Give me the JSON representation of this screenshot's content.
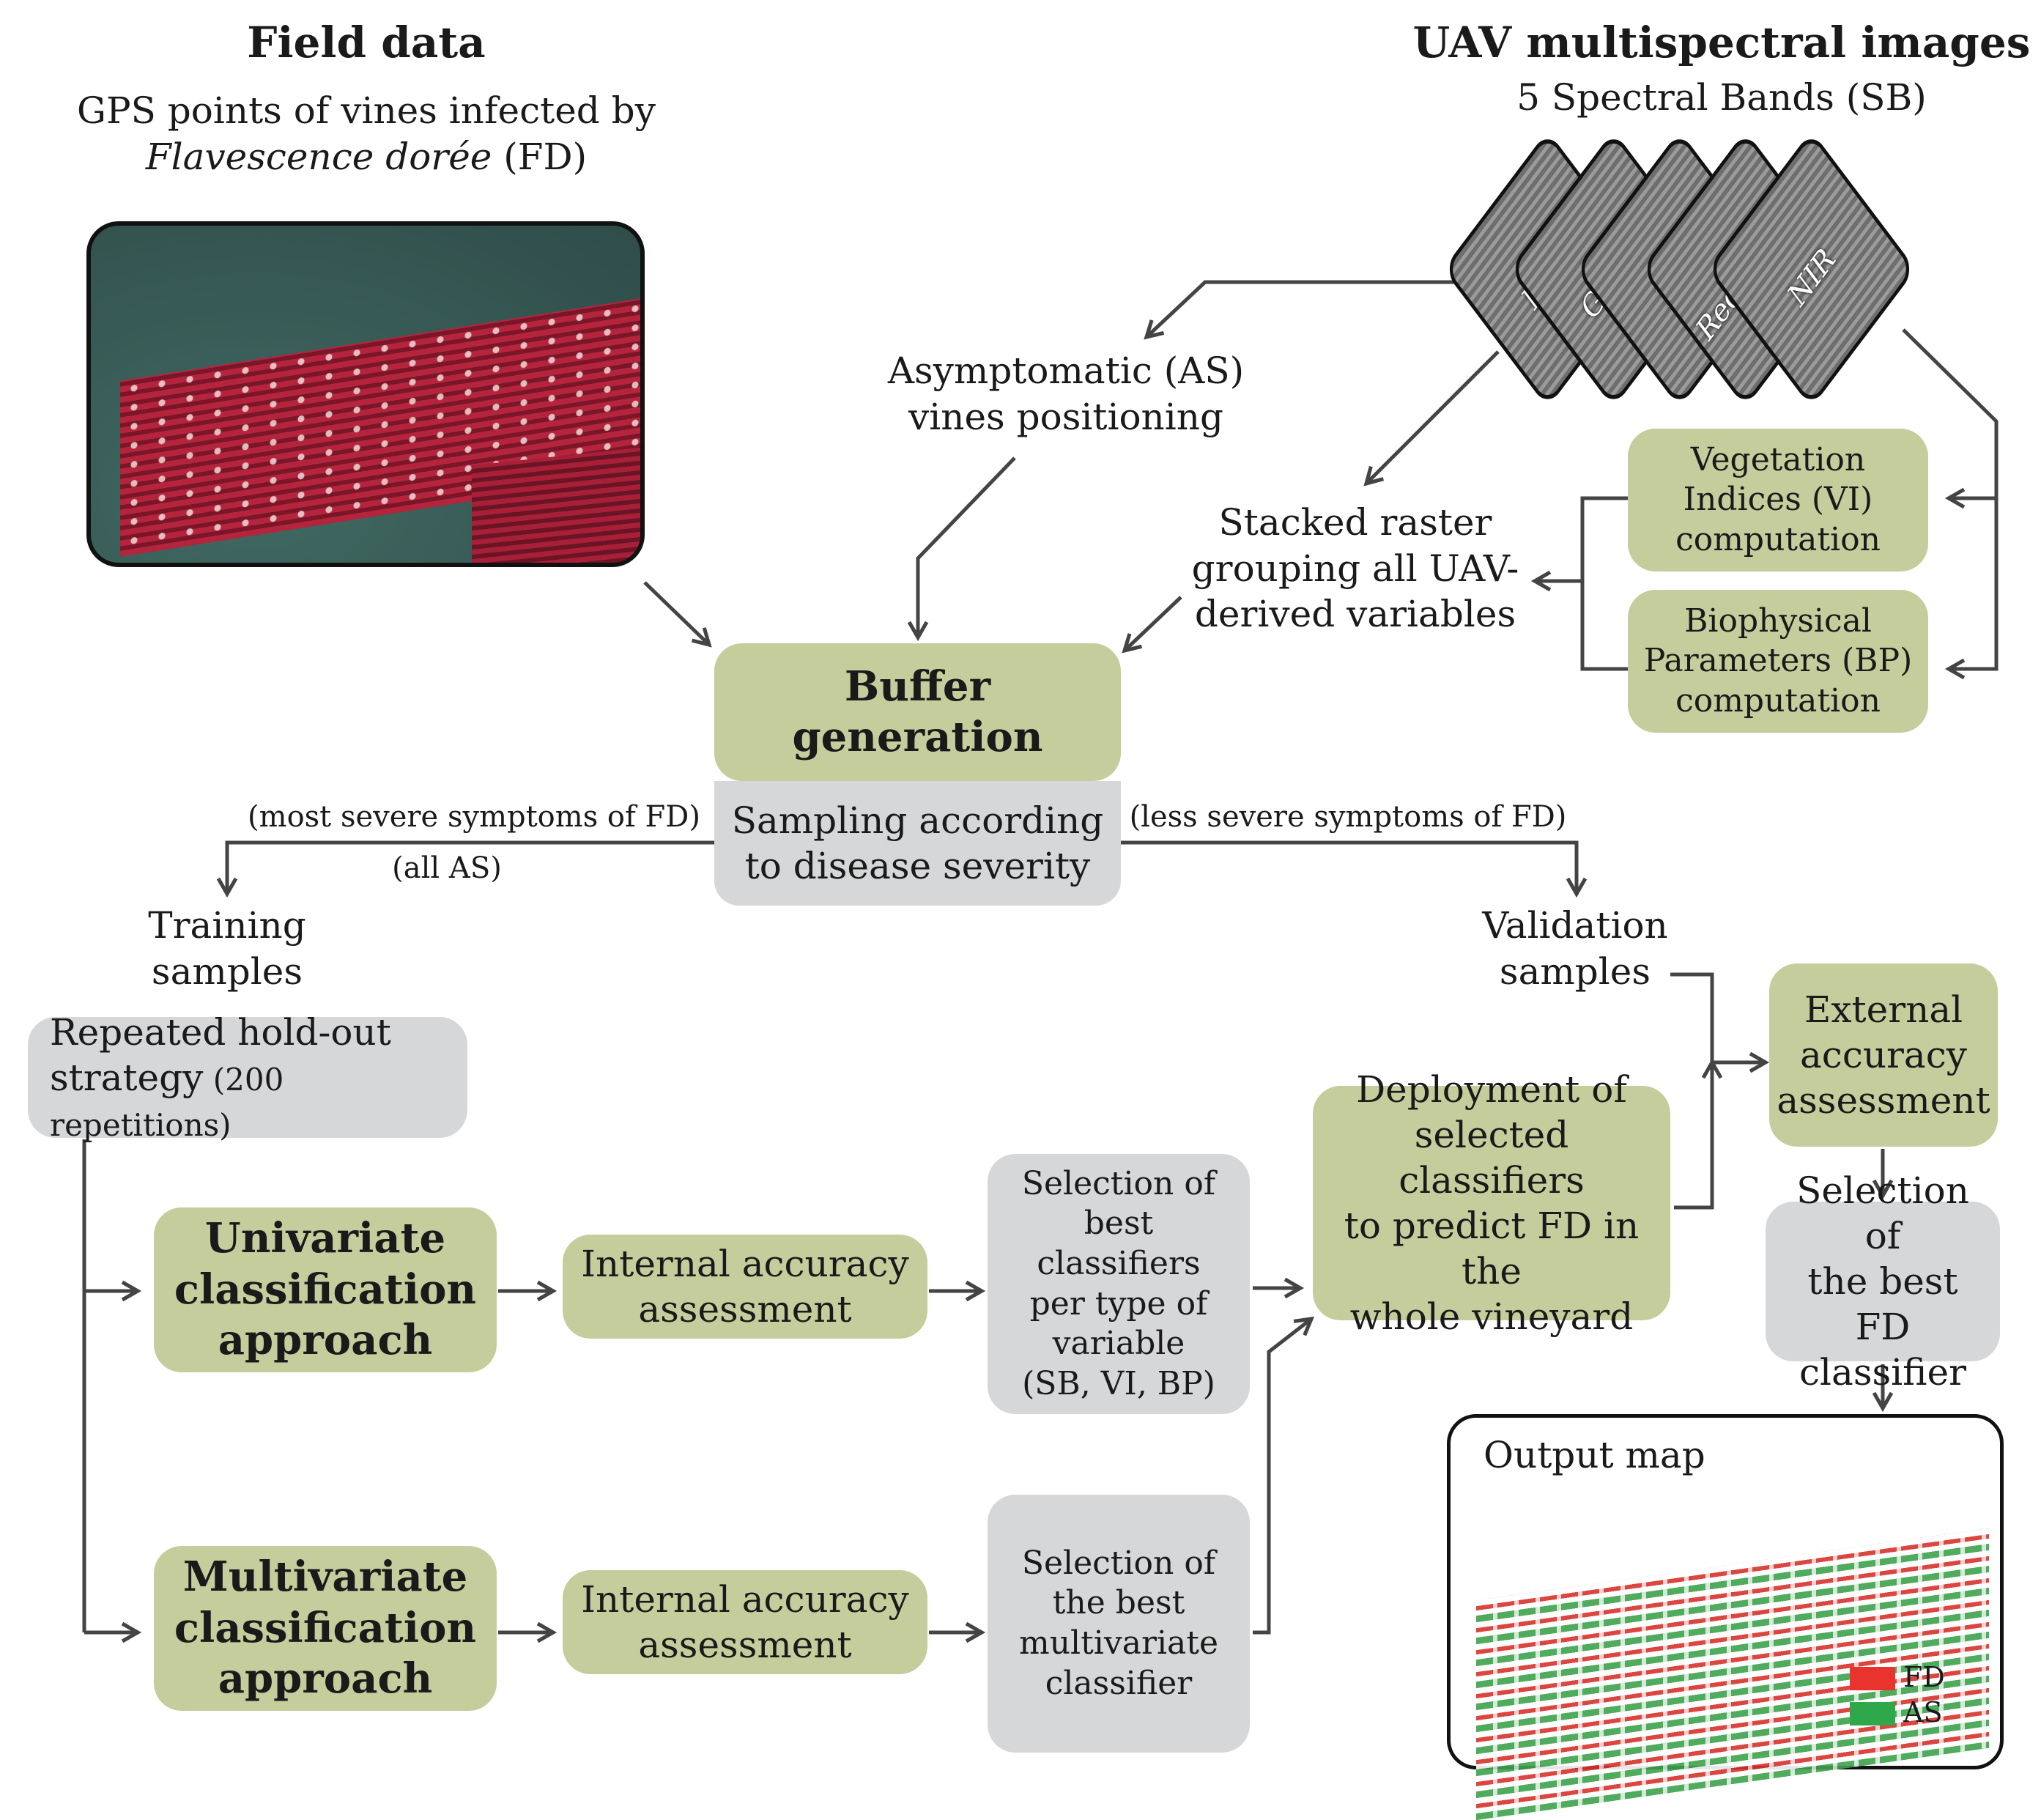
{
  "field": {
    "title": "Field data",
    "line1": "GPS points of vines infected by",
    "line2_italic": "Flavescence dorée",
    "line2_rest": " (FD)"
  },
  "uav": {
    "title": "UAV multispectral images",
    "subtitle": "5 Spectral Bands (SB)",
    "bands": [
      "Blue",
      "Green",
      "Red",
      "Red-Edge",
      "NIR"
    ]
  },
  "nodes": {
    "as_line1": "Asymptomatic (AS)",
    "as_line2": "vines  positioning",
    "stack_line1": "Stacked raster",
    "stack_line2": "grouping all UAV-",
    "stack_line3": "derived variables",
    "vi_line1": "Vegetation",
    "vi_line2": "Indices (VI)",
    "vi_line3": "computation",
    "bp_line1": "Biophysical",
    "bp_line2": "Parameters (BP)",
    "bp_line3": "computation",
    "buffer_line1": "Buffer",
    "buffer_line2": "generation",
    "sampling_line1": "Sampling according",
    "sampling_line2": "to disease severity",
    "most_severe": "(most severe symptoms of FD)",
    "all_as": "(all AS)",
    "less_severe": "(less severe symptoms of FD)",
    "training_line1": "Training",
    "training_line2": "samples",
    "validation_line1": "Validation",
    "validation_line2": "samples",
    "holdout_line1": "Repeated hold-out",
    "holdout_line2a": "strategy",
    "holdout_line2b": " (200 repetitions)",
    "uni_line1": "Univariate",
    "uni_line2": "classification",
    "uni_line3": "approach",
    "multi_line1": "Multivariate",
    "multi_line2": "classification",
    "multi_line3": "approach",
    "int1_line1": "Internal accuracy",
    "int1_line2": "assessment",
    "int2_line1": "Internal accuracy",
    "int2_line2": "assessment",
    "selbest_line1": "Selection of",
    "selbest_line2": "best classifiers",
    "selbest_line3": "per type of",
    "selbest_line4": "variable",
    "selbest_line5": "(SB, VI, BP)",
    "selmulti_line1": "Selection of",
    "selmulti_line2": "the best",
    "selmulti_line3": "multivariate",
    "selmulti_line4": "classifier",
    "deploy_line1": "Deployment of",
    "deploy_line2": "selected classifiers",
    "deploy_line3": "to predict FD in the",
    "deploy_line4": "whole vineyard",
    "ext_line1": "External",
    "ext_line2": "accuracy",
    "ext_line3": "assessment",
    "selfd_line1": "Selection of",
    "selfd_line2": "the best FD",
    "selfd_line3": "classifier"
  },
  "output_map": {
    "title": "Output map",
    "legend": [
      {
        "label": "FD",
        "color": "#e8342c"
      },
      {
        "label": "AS",
        "color": "#2fa84b"
      }
    ]
  },
  "colors": {
    "green_box": "#c5cd9d",
    "gray_box": "#d6d7d9",
    "arrow": "#444444"
  }
}
